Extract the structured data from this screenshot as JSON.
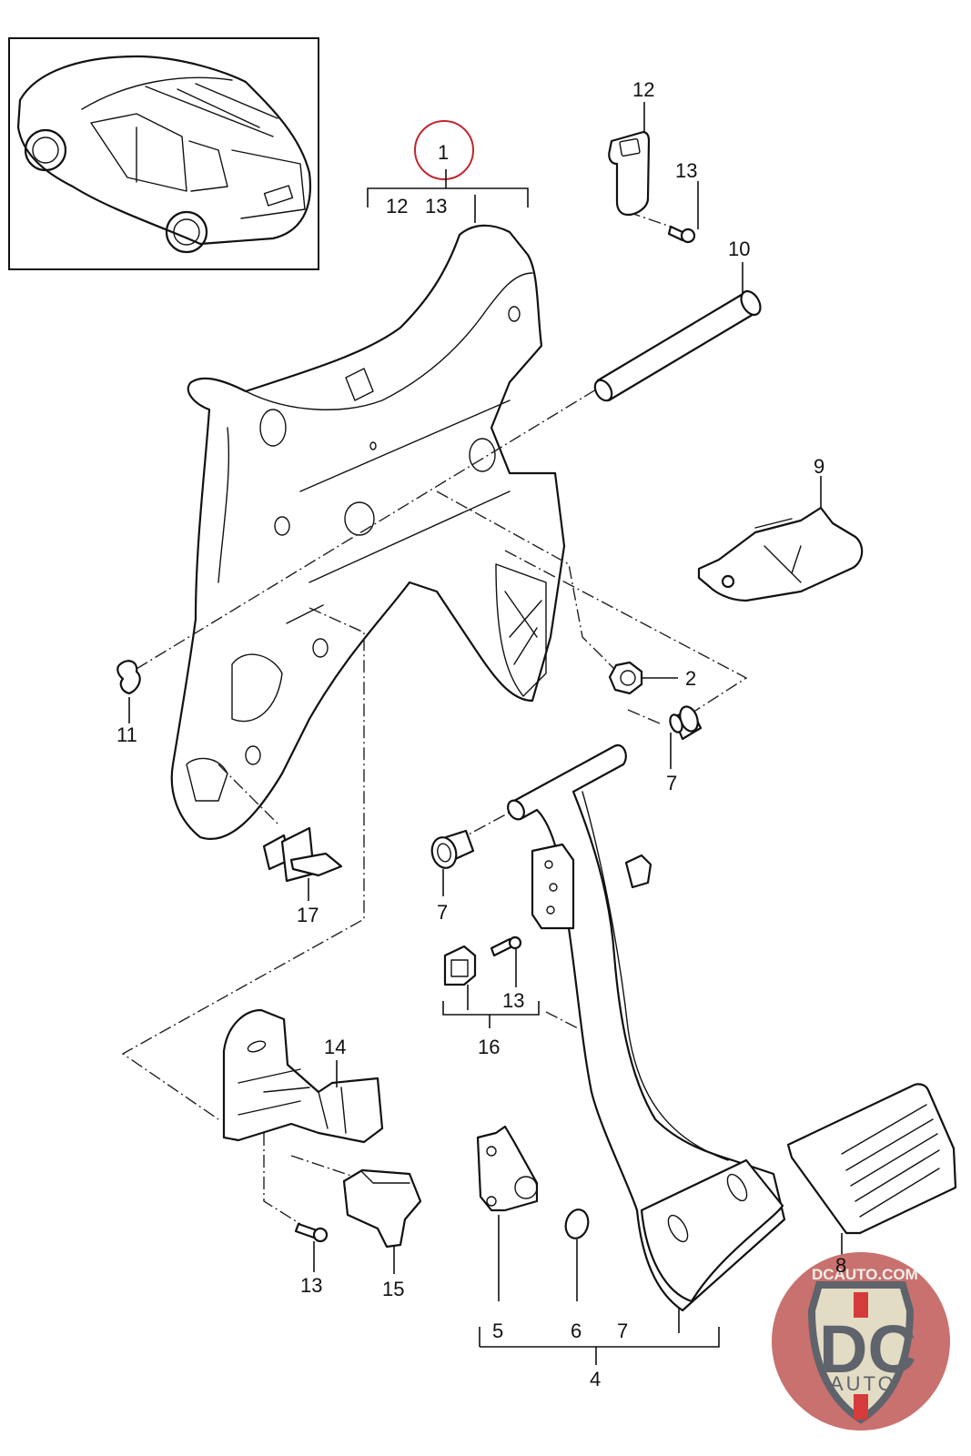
{
  "diagram": {
    "title": "Pedal assembly exploded parts diagram",
    "highlight_color": "#c0272d",
    "line_color": "#111111",
    "background": "#ffffff",
    "inset": {
      "subject": "vehicle-overview"
    },
    "callouts": {
      "c1": "1",
      "c1_sub_12": "12",
      "c1_sub_13": "13",
      "c2": "2",
      "c4": "4",
      "c4_sub_5": "5",
      "c4_sub_6": "6",
      "c4_sub_7": "7",
      "c7_right": "7",
      "c7_left": "7",
      "c8": "8",
      "c9": "9",
      "c10": "10",
      "c11": "11",
      "c12": "12",
      "c13_top": "13",
      "c13_bottom": "13",
      "c14": "14",
      "c15": "15",
      "c16": "16",
      "c16_sub_13": "13",
      "c17": "17"
    }
  },
  "watermark": {
    "site": "DCAUTO.COM",
    "initials": "DC",
    "subtitle": "AUTO",
    "colors": {
      "disc": "#c9716f",
      "shield_fill": "#e3dcc4",
      "shield_border": "#5f636b",
      "stripe": "#d63b3b",
      "text": "#5f636b"
    }
  }
}
